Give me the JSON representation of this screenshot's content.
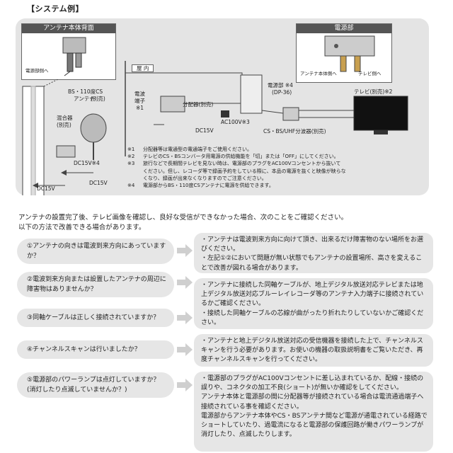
{
  "title": "【システム例】",
  "diagram": {
    "antenna_back_header": "アンテナ本体背面",
    "antenna_back_label": "電源部側へ",
    "power_header": "電源部",
    "power_top_left": "アンテナ本体側へ",
    "power_top_right": "テレビ側へ",
    "indoor": "屋 内",
    "bs_antenna": [
      "BS・110度CS",
      "アンテナ",
      "(別売)"
    ],
    "mixer": [
      "混合器",
      "(別売)"
    ],
    "dc15v_4": "DC15V※4",
    "dc15v_left": "DC15V",
    "dc15v_bottom": "DC15V",
    "dc15v_mid": "DC15V",
    "wall_terminal": [
      "電波",
      "端子",
      "※1"
    ],
    "splitter": "分配器(別売)",
    "ac100v": "AC100V※3",
    "power_unit": [
      "電源部 ※4",
      "(DP-36)"
    ],
    "tv": "テレビ(別売)※2",
    "uhf_splitter": "CS・BS/UHF分波器(別売)"
  },
  "notes": [
    {
      "key": "※1",
      "lines": [
        "分配器等は電通型の電通端子をご使用ください。"
      ]
    },
    {
      "key": "※2",
      "lines": [
        "テレビのCS・BSコンバータ用電源の供給機能を「切」または「OFF」にしてください。"
      ]
    },
    {
      "key": "※3",
      "lines": [
        "旅行などで長期間テレビを見ない時は、電源部のプラグをAC100Vコンセントから抜いて",
        "ください。但し、レコーダ等で録画予約をしている際に、本品の電源を抜くと映像が映らな",
        "くなり、録画が出来なくなりますのでご注意ください。"
      ]
    },
    {
      "key": "※4",
      "lines": [
        "電源部からBS・110度CSアンテナに電源を供給できます。"
      ]
    }
  ],
  "intro": [
    "アンテナの設置完了後、テレビ画像を確認し、良好な受信ができなかった場合、次のことをご確認ください。",
    "以下の方法で改善できる場合があります。"
  ],
  "questions": [
    "①アンテナの向きは電波到来方向にあっていますか？",
    "②電波到来方向または設置したアンテナの周辺に障害物はありませんか？",
    "③同軸ケーブルは正しく接続されていますか？",
    "④チャンネルスキャンは行いましたか？",
    "⑤電源部のパワーランプは点灯していますか？(消灯したり点滅していませんか？)"
  ],
  "answers": [
    [
      "・アンテナは電波到来方向に向けて頂き、出来るだけ障害物のない場所をお選びください。",
      "・左記①②において問題が無い状態でもアンテナの設置場所、高さを変えることで改善が図れる場合があります。"
    ],
    [
      "・アンテナに接続した同軸ケーブルが、地上デジタル放送対応テレビまたは地上デジタル放送対応ブルーレイレコーダ等のアンテナ入力端子に接続されているかご確認ください。",
      "・接続した同軸ケーブルの芯線が曲がったり折れたりしていないかご確認ください。"
    ],
    [
      "・アンテナと地上デジタル放送対応の受信機器を接続した上で、チャンネルスキャンを行う必要があります。お使いの機器の取扱説明書をご覧いただき、再度チャンネルスキャンを行ってください。"
    ],
    [
      "・電源部のプラグがAC100Vコンセントに差し込まれているか、配線・接続の誤りや、コネクタの加工不良(ショート)が無いか確認をしてください。",
      "アンテナ本体と電源部の間に分配器等が接続されている場合は電流通過端子へ接続されている事を確認ください。",
      "電源部からアンテナ本体やCS・BSアンテナ間など電源が通電されている経路でショートしていたり、過電流になると電源部の保護回路が働きパワーランプが消灯したり、点滅したりします。"
    ]
  ]
}
